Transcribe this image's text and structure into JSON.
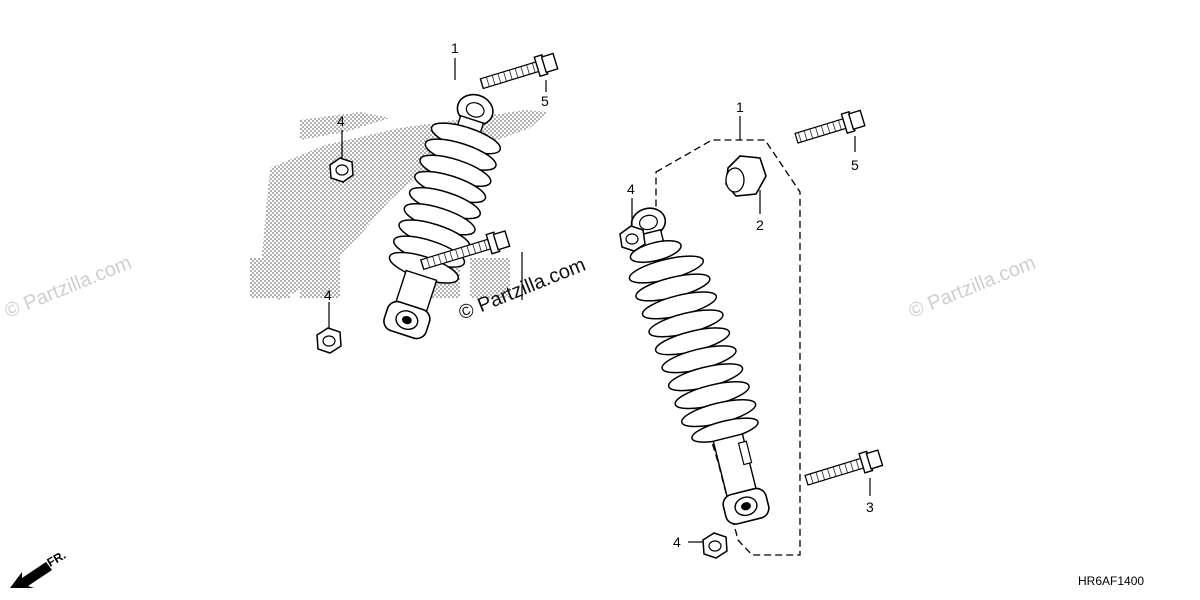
{
  "diagram": {
    "code": "HR6AF1400",
    "direction_label": "FR.",
    "watermarks": {
      "left": "© Partzilla.com",
      "center": "© Partzilla.com",
      "right": "© Partzilla.com"
    },
    "callouts": {
      "left_shock": "1",
      "left_bolt": "5",
      "left_nut_top": "4",
      "left_nut_bottom": "4",
      "right_shock": "1",
      "right_bolt_top": "5",
      "right_bushing": "2",
      "right_nut_top": "4",
      "right_bolt_bottom": "3",
      "right_nut_bottom": "4"
    }
  },
  "colors": {
    "line": "#000000",
    "watermark": "#cfcfcf",
    "dots": "#8a8a8a"
  }
}
